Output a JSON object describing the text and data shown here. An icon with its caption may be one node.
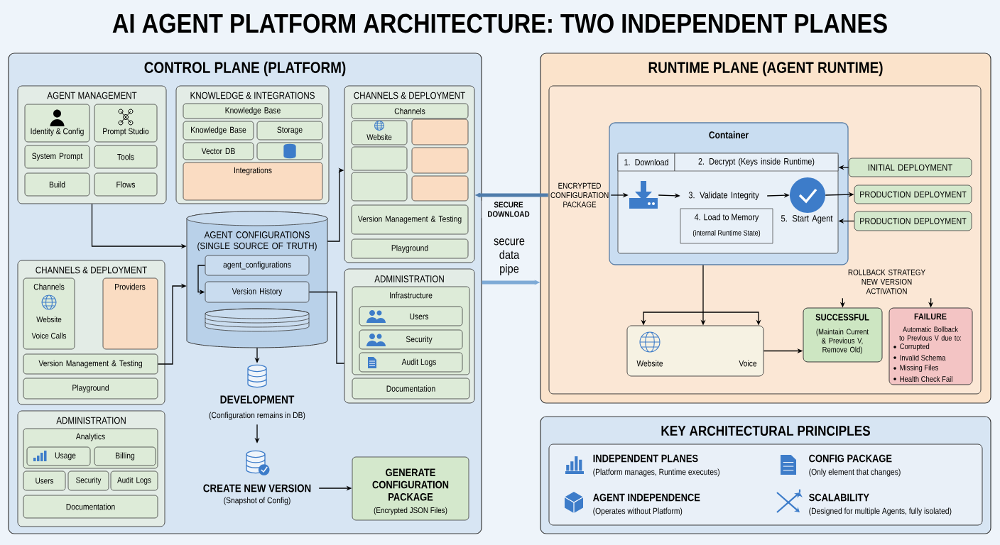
{
  "diagram": {
    "title": "AI AGENT PLATFORM ARCHITECTURE: TWO INDEPENDENT PLANES",
    "nodes": [
      {
        "text": [
          "CONTROL PLANE (PLATFORM)"
        ]
      },
      {
        "text": [
          "AGENT MANAGEMENT"
        ],
        "in": 0
      },
      {
        "text": [
          "Identity & Config"
        ],
        "in": 1
      },
      {
        "text": [
          "Prompt Studio"
        ],
        "in": 1
      },
      {
        "text": [
          "System Prompt"
        ],
        "in": 1
      },
      {
        "text": [
          "Tools"
        ],
        "in": 1
      },
      {
        "text": [
          "Build"
        ],
        "in": 1
      },
      {
        "text": [
          "Flows"
        ],
        "in": 1
      },
      {
        "text": [
          "KNOWLEDGE & INTEGRATIONS"
        ],
        "in": 0
      },
      {
        "text": [
          "Knowledge Base"
        ],
        "in": 8
      },
      {
        "text": [
          "Knowledge Base"
        ],
        "in": 8
      },
      {
        "text": [
          "Storage"
        ],
        "in": 8
      },
      {
        "text": [
          "Vector DB"
        ],
        "in": 8
      },
      {
        "text": [],
        "shape": "box",
        "in": 8
      },
      {
        "text": [
          "Integrations"
        ],
        "in": 8
      },
      {
        "text": [
          "CHANNELS & DEPLOYMENT"
        ],
        "in": 0
      },
      {
        "text": [
          "Channels"
        ],
        "in": 15
      },
      {
        "text": [
          "Website"
        ],
        "in": 15
      },
      {
        "text": [],
        "shape": "box",
        "in": 15
      },
      {
        "text": [],
        "shape": "box",
        "in": 15
      },
      {
        "text": [],
        "shape": "box",
        "in": 15
      },
      {
        "text": [],
        "shape": "box",
        "in": 15
      },
      {
        "text": [],
        "shape": "box",
        "in": 15
      },
      {
        "text": [
          "Version Management & Testing"
        ],
        "in": 15
      },
      {
        "text": [
          "Playground"
        ],
        "in": 15
      },
      {
        "text": [
          "ADMINISTRATION"
        ],
        "in": 0
      },
      {
        "text": [
          "Infrastructure"
        ],
        "in": 25
      },
      {
        "text": [
          "Users"
        ],
        "in": 26
      },
      {
        "text": [
          "Security"
        ],
        "in": 26
      },
      {
        "text": [
          "Audit Logs"
        ],
        "in": 26
      },
      {
        "text": [
          "Documentation"
        ],
        "in": 25
      },
      {
        "text": [
          "CHANNELS & DEPLOYMENT"
        ],
        "in": 0
      },
      {
        "text": [
          "Channels",
          "Website",
          "Voice Calls"
        ],
        "in": 31
      },
      {
        "text": [
          "Providers"
        ],
        "in": 31
      },
      {
        "text": [
          "Version Management & Testing"
        ],
        "in": 31
      },
      {
        "text": [
          "Playground"
        ],
        "in": 31
      },
      {
        "text": [
          "ADMINISTRATION"
        ],
        "in": 0
      },
      {
        "text": [
          "Analytics"
        ],
        "in": 36
      },
      {
        "text": [
          "Usage"
        ],
        "in": 37
      },
      {
        "text": [
          "Billing"
        ],
        "in": 37
      },
      {
        "text": [
          "Users"
        ],
        "in": 36
      },
      {
        "text": [
          "Security"
        ],
        "in": 36
      },
      {
        "text": [
          "Audit Logs"
        ],
        "in": 36
      },
      {
        "text": [
          "Documentation"
        ],
        "in": 36
      },
      {
        "text": [
          "AGENT CONFIGURATIONS (SINGLE SOURCE OF TRUTH)"
        ],
        "in": 0
      },
      {
        "text": [
          "agent_configurations"
        ],
        "in": 44
      },
      {
        "text": [
          "Version History"
        ],
        "in": 44
      },
      {
        "text": [
          "DEVELOPMENT",
          "(Configuration remains in DB)"
        ],
        "in": 0
      },
      {
        "text": [
          "CREATE NEW VERSION",
          "(Snapshot of Config)"
        ],
        "in": 0
      },
      {
        "text": [
          "GENERATE CONFIGURATION PACKAGE",
          "(Encrypted JSON Files)"
        ],
        "in": 0
      },
      {
        "text": [
          "RUNTIME PLANE (AGENT RUNTIME)"
        ]
      },
      {
        "text": [],
        "shape": "box",
        "in": 50
      },
      {
        "text": [
          "Container"
        ],
        "in": 51
      },
      {
        "text": [],
        "shape": "box",
        "in": 52
      },
      {
        "text": [
          "1. Download"
        ],
        "in": 53
      },
      {
        "text": [
          "2. Decrypt (Keys inside Runtime)"
        ],
        "in": 53
      },
      {
        "text": [],
        "shape": "picture",
        "in": 53
      },
      {
        "text": [
          "3. Validate Integrity"
        ],
        "in": 53
      },
      {
        "text": [],
        "shape": "circle",
        "in": 53
      },
      {
        "text": [
          "4. Load to Memory",
          "(internal Runtime State)"
        ],
        "in": 53
      },
      {
        "text": [
          "5. Start Agent"
        ],
        "in": 53
      },
      {
        "text": [
          "INITIAL DEPLOYMENT"
        ],
        "in": 51
      },
      {
        "text": [
          "PRODUCTION DEPLOYMENT"
        ],
        "in": 51
      },
      {
        "text": [
          "PRODUCTION DEPLOYMENT"
        ],
        "in": 51
      },
      {
        "text": [
          "ENCRYPTED CONFIGURATION PACKAGE"
        ],
        "in": 51
      },
      {
        "text": [
          "Website",
          "Voice"
        ],
        "in": 51
      },
      {
        "text": [
          "ROLLBACK STRATEGY NEW VERSION ACTIVATION"
        ],
        "in": 51
      },
      {
        "text": [
          "SUCCESSFUL",
          "(Maintain Current & Previous V, Remove Old)"
        ],
        "in": 51
      },
      {
        "text": [
          "FAILURE",
          "Automatic Bollback to Prevlous V due to:",
          "Corrupted",
          "Invalid Schema",
          "Missing Files",
          "Health Check Fail"
        ],
        "in": 51
      },
      {
        "text": [
          "KEY ARCHITECTURAL PRINCIPLES"
        ]
      },
      {
        "text": [
          "INDEPENDENT PLANES",
          "(Platform manages, Runtime executes)",
          "CONFIG PACKAGE",
          "(Only element that changes)",
          "AGENT INDEPENDENCE",
          "(Operates without Platform)",
          "SCALABILITY",
          "(Designed for multiple Agents, fully isolated)"
        ],
        "in": 69
      }
    ],
    "edges": [
      {
        "from": 1,
        "to": 44,
        "arrow": "to"
      },
      {
        "from": 44,
        "to": 15,
        "arrow": "to"
      },
      {
        "from": 34,
        "to": 44,
        "arrow": "to"
      },
      {
        "from": 45,
        "to": 46,
        "arrow": "to"
      },
      {
        "from": 46,
        "to": 25,
        "arrow": "none"
      },
      {
        "from": 44,
        "to": 47,
        "arrow": "to"
      },
      {
        "from": 47,
        "to": 48,
        "arrow": "to"
      },
      {
        "from": 48,
        "to": 49,
        "arrow": "to"
      },
      {
        "from": 64,
        "to": 15,
        "arrow": "to",
        "label": "SECURE DOWNLOAD",
        "style": "thick",
        "color": "#4f7cab"
      },
      {
        "from": 0,
        "to": 50,
        "arrow": "to",
        "label": "secure data pipe",
        "style": "thick",
        "color": "#7eaad6"
      },
      {
        "from": 64,
        "to": 56,
        "arrow": "to"
      },
      {
        "from": 56,
        "to": 57,
        "arrow": "to"
      },
      {
        "from": 57,
        "to": 58,
        "arrow": "to"
      },
      {
        "from": 58,
        "to": 62,
        "arrow": "to"
      },
      {
        "from": 61,
        "to": 53,
        "arrow": "to"
      },
      {
        "from": 63,
        "to": 60,
        "arrow": "to"
      },
      {
        "from": 52,
        "to": 65,
        "arrow": "to"
      },
      {
        "from": 65,
        "to": 67,
        "arrow": "to"
      },
      {
        "from": 66,
        "to": 67,
        "arrow": "to"
      },
      {
        "from": 66,
        "to": 68,
        "arrow": "to"
      }
    ]
  }
}
